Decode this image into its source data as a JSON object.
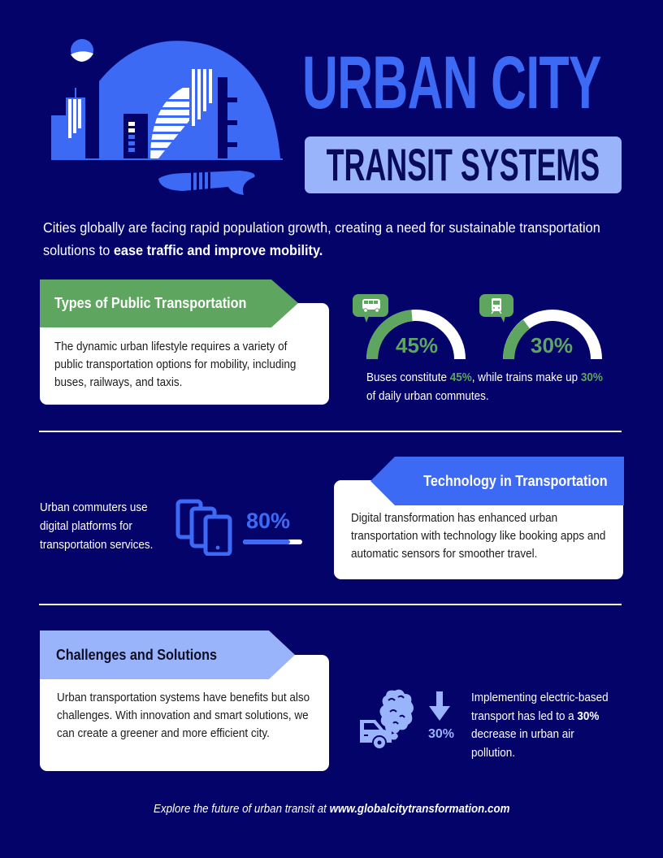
{
  "header": {
    "title": "URBAN CITY",
    "subtitle": "TRANSIT SYSTEMS",
    "illustration": "city-skyline-illustration"
  },
  "intro": {
    "text": "Cities globally are facing rapid population growth, creating a need for sustainable transportation solutions to ",
    "bold": "ease traffic and improve mobility."
  },
  "sections": {
    "types": {
      "heading": "Types of Public Transportation",
      "body": "The dynamic urban lifestyle requires a variety of public transportation options for mobility, including buses, railways, and taxis.",
      "banner_color": "#5ea55f",
      "stats": [
        {
          "icon": "bus-icon",
          "value": "45%",
          "percent": 45
        },
        {
          "icon": "train-icon",
          "value": "30%",
          "percent": 30
        }
      ],
      "caption_parts": [
        "Buses constitute ",
        "45%",
        ", while trains make up ",
        "30%",
        " of daily urban commutes."
      ]
    },
    "technology": {
      "heading": "Technology in Transportation",
      "body": "Digital transformation has enhanced urban transportation with technology like booking apps and automatic sensors for smoother travel.",
      "banner_color": "#3d6af5",
      "stat_text": "Urban commuters use digital platforms for transportation services.",
      "stat_value": "80%",
      "stat_percent": 80,
      "icon": "mobile-devices-icon"
    },
    "challenges": {
      "heading": "Challenges and Solutions",
      "body": "Urban transportation systems have benefits but also challenges. With innovation and smart solutions, we can create a greener and more efficient city.",
      "banner_color": "#9ab4fb",
      "stat_value": "30%",
      "stat_text_parts": [
        "Implementing electric-based transport has led to a ",
        "30%",
        " decrease in urban air pollution."
      ],
      "icon": "car-pollution-icon",
      "arrow_icon": "arrow-down-icon"
    }
  },
  "footer": {
    "text": "Explore the future of urban transit at ",
    "link": "www.globalcitytransformation.com"
  },
  "colors": {
    "background": "#03036a",
    "accent_blue": "#3d6af5",
    "light_blue": "#9ab4fb",
    "green": "#5ea55f",
    "white": "#ffffff"
  }
}
